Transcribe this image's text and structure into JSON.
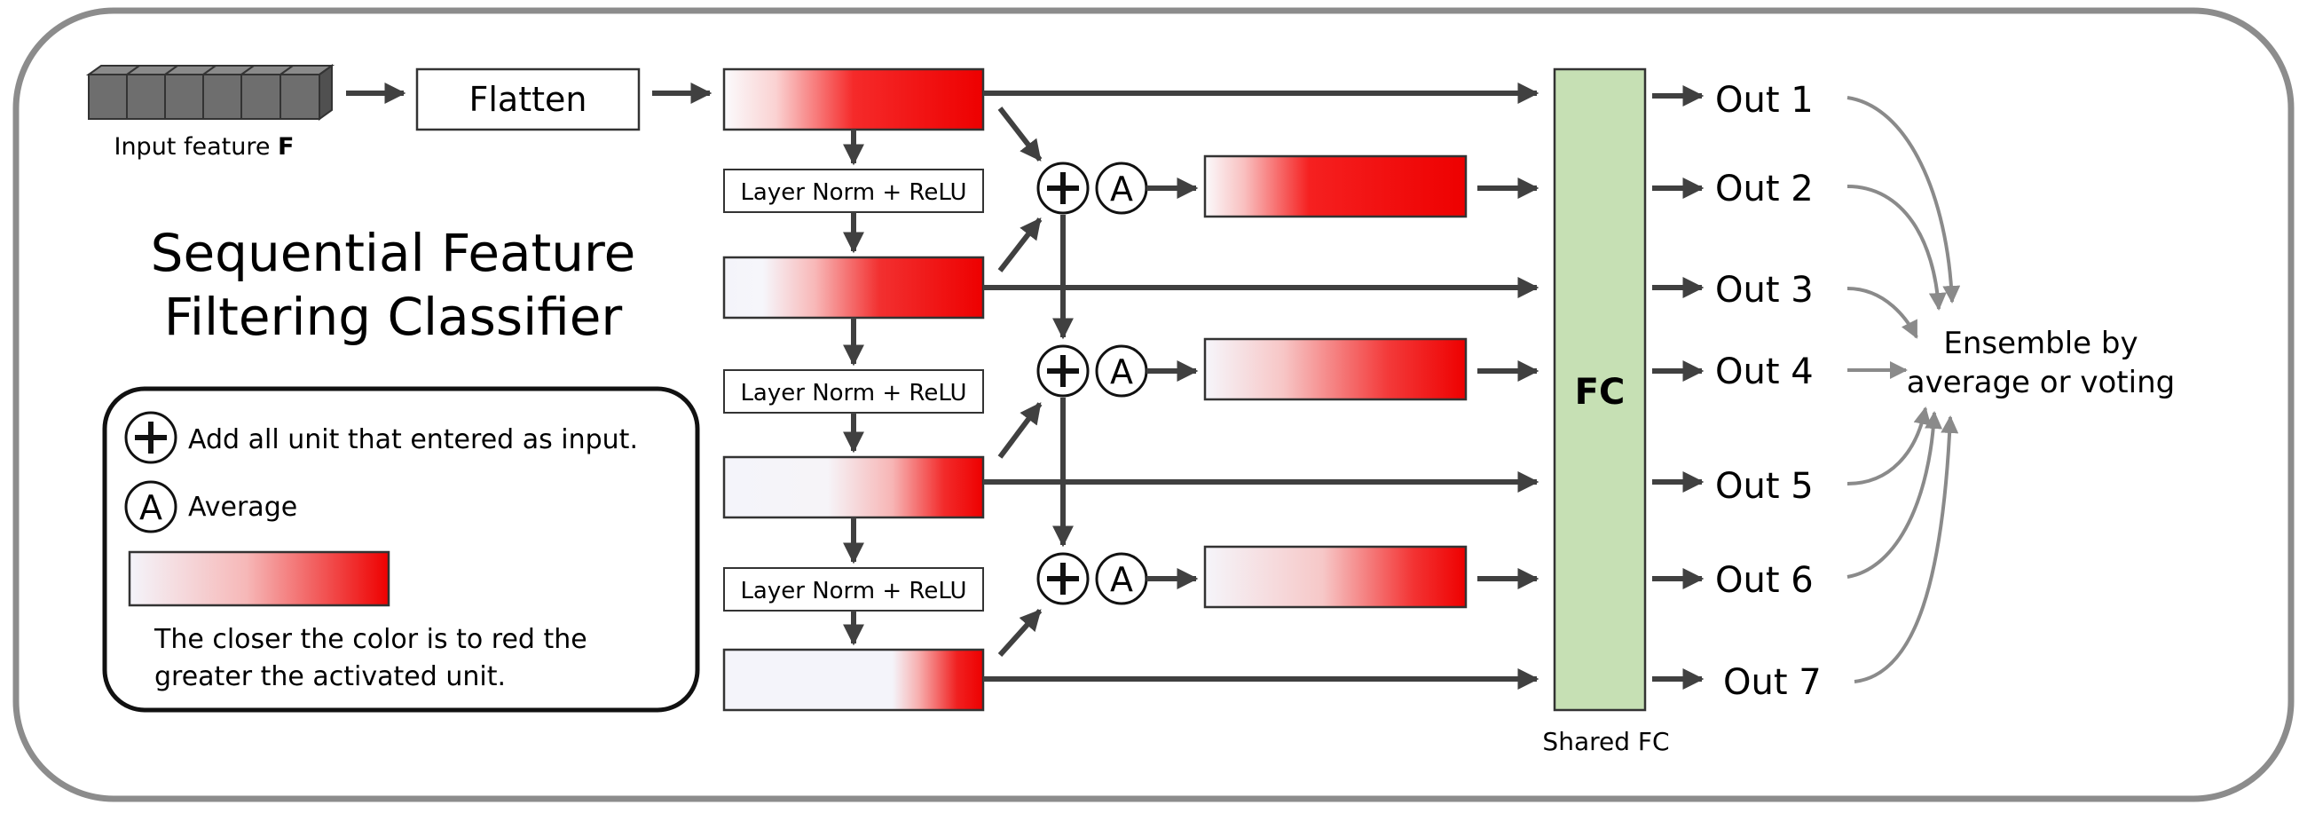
{
  "title": {
    "line1": "Sequential Feature",
    "line2": "Filtering Classifier"
  },
  "input": {
    "label_prefix": "Input feature ",
    "label_symbol": "F"
  },
  "flatten_label": "Flatten",
  "layer_norm_label": "Layer Norm + ReLU",
  "fc": {
    "label": "FC",
    "caption": "Shared FC"
  },
  "outputs": [
    "Out 1",
    "Out 2",
    "Out 3",
    "Out 4",
    "Out 5",
    "Out 6",
    "Out 7"
  ],
  "ensemble": {
    "line1": "Ensemble by",
    "line2": "average or voting"
  },
  "legend": {
    "add_text": "Add all unit that entered as input.",
    "avg_symbol": "A",
    "avg_text": "Average",
    "color_line1": "The closer the color is to red the",
    "color_line2": "greater the activated unit."
  },
  "colors": {
    "activation_high": "#ee0000",
    "activation_low": "#f6f6fb",
    "fc_fill": "#c6e0b4",
    "arrow": "#404040"
  }
}
